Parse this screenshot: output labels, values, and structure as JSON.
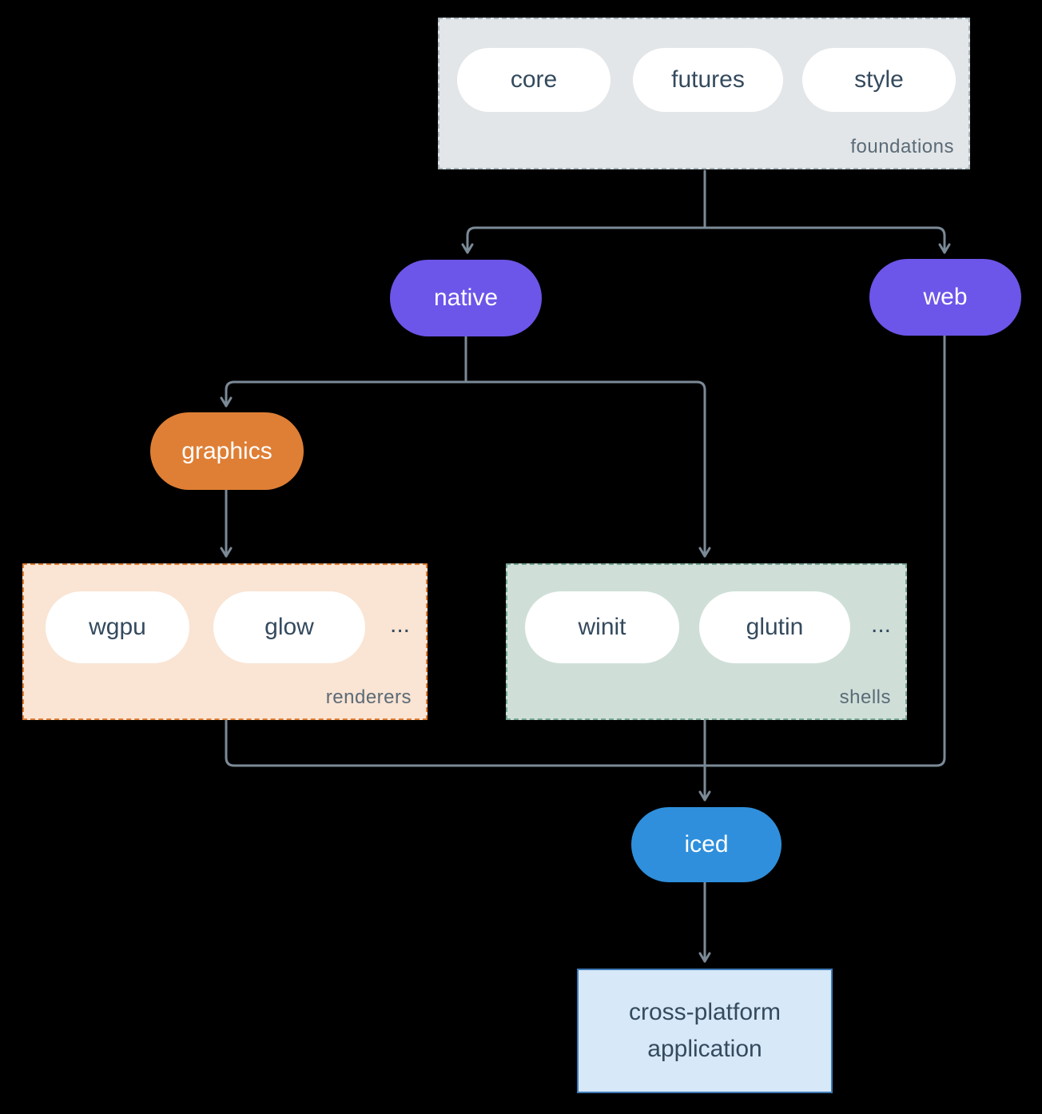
{
  "groups": {
    "foundations": {
      "label": "foundations",
      "pills": [
        "core",
        "futures",
        "style"
      ]
    },
    "renderers": {
      "label": "renderers",
      "pills": [
        "wgpu",
        "glow"
      ],
      "more": "..."
    },
    "shells": {
      "label": "shells",
      "pills": [
        "winit",
        "glutin"
      ],
      "more": "..."
    }
  },
  "nodes": {
    "native": "native",
    "web": "web",
    "graphics": "graphics",
    "iced": "iced",
    "application": "cross-platform application"
  },
  "colors": {
    "background": "#000000",
    "foundations_fill": "#e2e6e8",
    "renderers_fill": "#fae4d3",
    "shells_fill": "#cfdfd8",
    "application_fill": "#d7e8f8",
    "purple": "#6c55e9",
    "orange": "#df7f35",
    "blue": "#2f8fdc",
    "arrow": "#7b8a97",
    "dark_text": "#344a5e"
  }
}
